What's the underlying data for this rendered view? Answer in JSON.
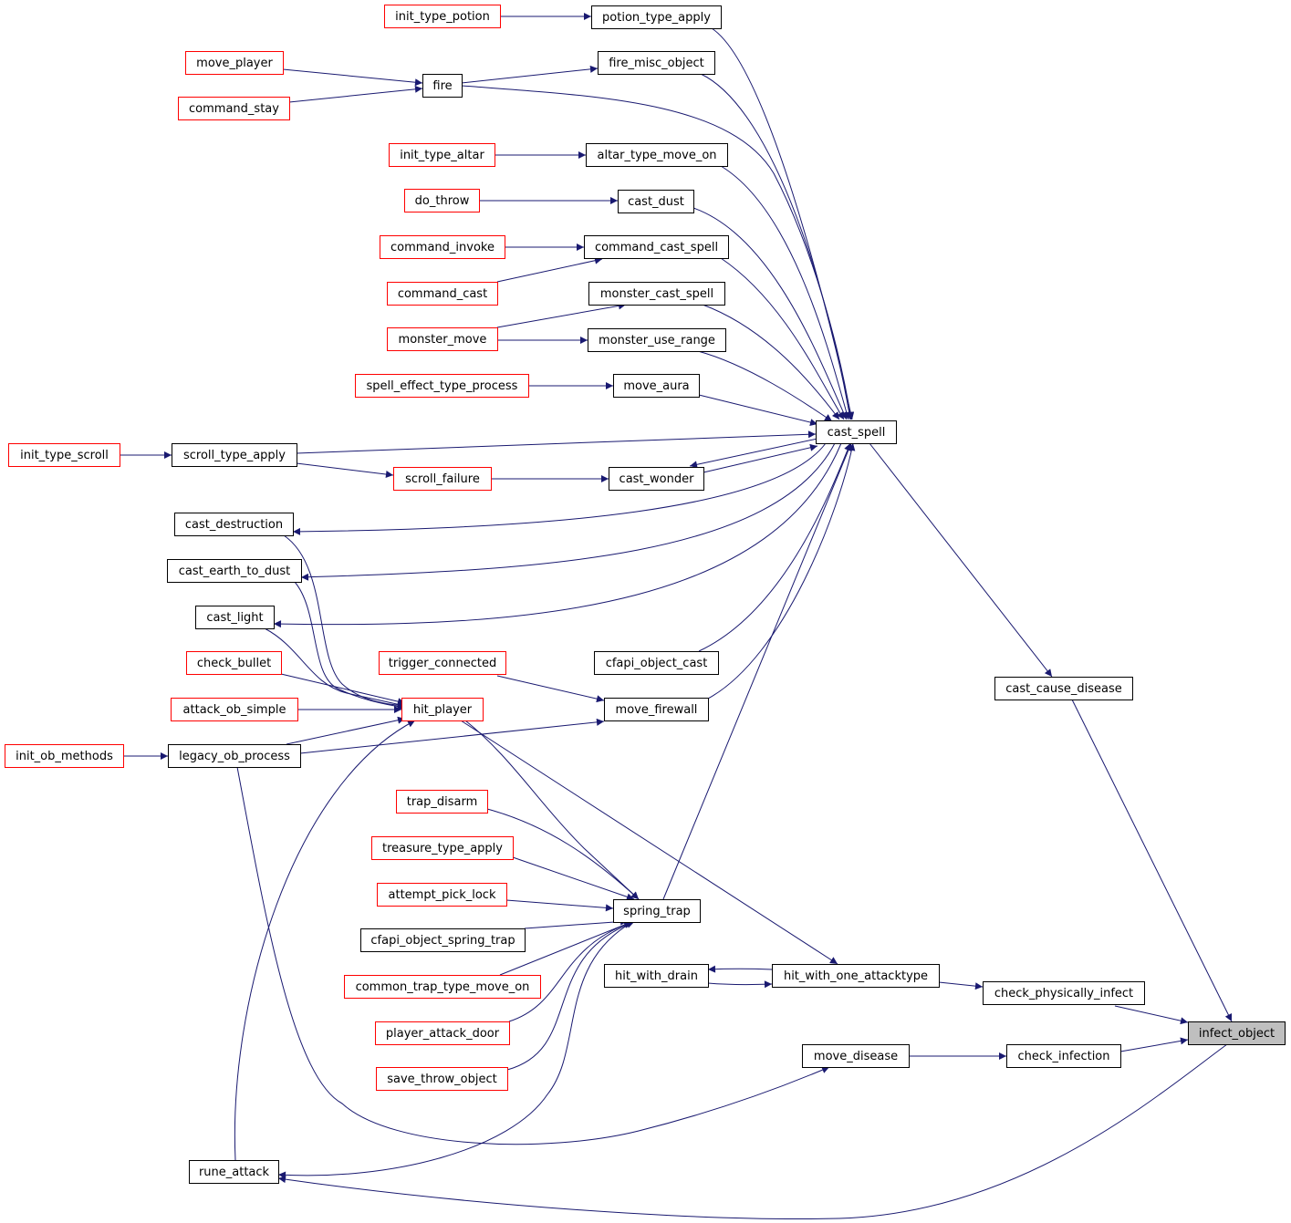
{
  "colors": {
    "edge": "#191970",
    "documented_border": "#000000",
    "undocumented_border": "#ff0000",
    "focus_fill": "#bfbfbf",
    "node_fill": "#ffffff"
  },
  "nodes": [
    {
      "id": "init_type_potion",
      "label": "init_type_potion",
      "style": "red"
    },
    {
      "id": "potion_type_apply",
      "label": "potion_type_apply",
      "style": "black"
    },
    {
      "id": "move_player",
      "label": "move_player",
      "style": "red"
    },
    {
      "id": "command_stay",
      "label": "command_stay",
      "style": "red"
    },
    {
      "id": "fire",
      "label": "fire",
      "style": "black"
    },
    {
      "id": "fire_misc_object",
      "label": "fire_misc_object",
      "style": "black"
    },
    {
      "id": "init_type_altar",
      "label": "init_type_altar",
      "style": "red"
    },
    {
      "id": "altar_type_move_on",
      "label": "altar_type_move_on",
      "style": "black"
    },
    {
      "id": "do_throw",
      "label": "do_throw",
      "style": "red"
    },
    {
      "id": "cast_dust",
      "label": "cast_dust",
      "style": "black"
    },
    {
      "id": "command_invoke",
      "label": "command_invoke",
      "style": "red"
    },
    {
      "id": "command_cast_spell",
      "label": "command_cast_spell",
      "style": "black"
    },
    {
      "id": "command_cast",
      "label": "command_cast",
      "style": "red"
    },
    {
      "id": "monster_cast_spell",
      "label": "monster_cast_spell",
      "style": "black"
    },
    {
      "id": "monster_move",
      "label": "monster_move",
      "style": "red"
    },
    {
      "id": "monster_use_range",
      "label": "monster_use_range",
      "style": "black"
    },
    {
      "id": "spell_effect_type_process",
      "label": "spell_effect_type_process",
      "style": "red"
    },
    {
      "id": "move_aura",
      "label": "move_aura",
      "style": "black"
    },
    {
      "id": "cast_spell",
      "label": "cast_spell",
      "style": "black"
    },
    {
      "id": "init_type_scroll",
      "label": "init_type_scroll",
      "style": "red"
    },
    {
      "id": "scroll_type_apply",
      "label": "scroll_type_apply",
      "style": "black"
    },
    {
      "id": "scroll_failure",
      "label": "scroll_failure",
      "style": "red"
    },
    {
      "id": "cast_wonder",
      "label": "cast_wonder",
      "style": "black"
    },
    {
      "id": "cast_destruction",
      "label": "cast_destruction",
      "style": "black"
    },
    {
      "id": "cast_earth_to_dust",
      "label": "cast_earth_to_dust",
      "style": "black"
    },
    {
      "id": "cast_light",
      "label": "cast_light",
      "style": "black"
    },
    {
      "id": "check_bullet",
      "label": "check_bullet",
      "style": "red"
    },
    {
      "id": "trigger_connected",
      "label": "trigger_connected",
      "style": "red"
    },
    {
      "id": "cfapi_object_cast",
      "label": "cfapi_object_cast",
      "style": "black"
    },
    {
      "id": "attack_ob_simple",
      "label": "attack_ob_simple",
      "style": "red"
    },
    {
      "id": "hit_player",
      "label": "hit_player",
      "style": "red"
    },
    {
      "id": "move_firewall",
      "label": "move_firewall",
      "style": "black"
    },
    {
      "id": "cast_cause_disease",
      "label": "cast_cause_disease",
      "style": "black"
    },
    {
      "id": "init_ob_methods",
      "label": "init_ob_methods",
      "style": "red"
    },
    {
      "id": "legacy_ob_process",
      "label": "legacy_ob_process",
      "style": "black"
    },
    {
      "id": "trap_disarm",
      "label": "trap_disarm",
      "style": "red"
    },
    {
      "id": "treasure_type_apply",
      "label": "treasure_type_apply",
      "style": "red"
    },
    {
      "id": "attempt_pick_lock",
      "label": "attempt_pick_lock",
      "style": "red"
    },
    {
      "id": "spring_trap",
      "label": "spring_trap",
      "style": "black"
    },
    {
      "id": "cfapi_object_spring_trap",
      "label": "cfapi_object_spring_trap",
      "style": "black"
    },
    {
      "id": "common_trap_type_move_on",
      "label": "common_trap_type_move_on",
      "style": "red"
    },
    {
      "id": "hit_with_drain",
      "label": "hit_with_drain",
      "style": "black"
    },
    {
      "id": "hit_with_one_attacktype",
      "label": "hit_with_one_attacktype",
      "style": "black"
    },
    {
      "id": "check_physically_infect",
      "label": "check_physically_infect",
      "style": "black"
    },
    {
      "id": "infect_object",
      "label": "infect_object",
      "style": "focus"
    },
    {
      "id": "player_attack_door",
      "label": "player_attack_door",
      "style": "red"
    },
    {
      "id": "move_disease",
      "label": "move_disease",
      "style": "black"
    },
    {
      "id": "check_infection",
      "label": "check_infection",
      "style": "black"
    },
    {
      "id": "save_throw_object",
      "label": "save_throw_object",
      "style": "red"
    },
    {
      "id": "rune_attack",
      "label": "rune_attack",
      "style": "black"
    }
  ],
  "edges": [
    {
      "from": "init_type_potion",
      "to": "potion_type_apply"
    },
    {
      "from": "potion_type_apply",
      "to": "cast_spell"
    },
    {
      "from": "move_player",
      "to": "fire"
    },
    {
      "from": "command_stay",
      "to": "fire"
    },
    {
      "from": "fire",
      "to": "fire_misc_object"
    },
    {
      "from": "fire",
      "to": "cast_spell"
    },
    {
      "from": "fire_misc_object",
      "to": "cast_spell"
    },
    {
      "from": "init_type_altar",
      "to": "altar_type_move_on"
    },
    {
      "from": "altar_type_move_on",
      "to": "cast_spell"
    },
    {
      "from": "do_throw",
      "to": "cast_dust"
    },
    {
      "from": "cast_dust",
      "to": "cast_spell"
    },
    {
      "from": "command_invoke",
      "to": "command_cast_spell"
    },
    {
      "from": "command_cast",
      "to": "command_cast_spell"
    },
    {
      "from": "command_cast_spell",
      "to": "cast_spell"
    },
    {
      "from": "monster_move",
      "to": "monster_cast_spell"
    },
    {
      "from": "monster_move",
      "to": "monster_use_range"
    },
    {
      "from": "monster_cast_spell",
      "to": "cast_spell"
    },
    {
      "from": "monster_use_range",
      "to": "cast_spell"
    },
    {
      "from": "spell_effect_type_process",
      "to": "move_aura"
    },
    {
      "from": "move_aura",
      "to": "cast_spell"
    },
    {
      "from": "init_type_scroll",
      "to": "scroll_type_apply"
    },
    {
      "from": "scroll_type_apply",
      "to": "cast_spell"
    },
    {
      "from": "scroll_type_apply",
      "to": "scroll_failure"
    },
    {
      "from": "scroll_failure",
      "to": "cast_wonder"
    },
    {
      "from": "cast_wonder",
      "to": "cast_spell"
    },
    {
      "from": "cast_spell",
      "to": "cast_wonder"
    },
    {
      "from": "cast_spell",
      "to": "cast_destruction"
    },
    {
      "from": "cast_spell",
      "to": "cast_earth_to_dust"
    },
    {
      "from": "cast_spell",
      "to": "cast_light"
    },
    {
      "from": "cast_spell",
      "to": "cast_cause_disease"
    },
    {
      "from": "cfapi_object_cast",
      "to": "cast_spell"
    },
    {
      "from": "move_firewall",
      "to": "cast_spell"
    },
    {
      "from": "spring_trap",
      "to": "cast_spell"
    },
    {
      "from": "cast_destruction",
      "to": "hit_player"
    },
    {
      "from": "cast_earth_to_dust",
      "to": "hit_player"
    },
    {
      "from": "cast_light",
      "to": "hit_player"
    },
    {
      "from": "check_bullet",
      "to": "hit_player"
    },
    {
      "from": "attack_ob_simple",
      "to": "hit_player"
    },
    {
      "from": "legacy_ob_process",
      "to": "hit_player"
    },
    {
      "from": "rune_attack",
      "to": "hit_player"
    },
    {
      "from": "trigger_connected",
      "to": "move_firewall"
    },
    {
      "from": "legacy_ob_process",
      "to": "move_firewall"
    },
    {
      "from": "init_ob_methods",
      "to": "legacy_ob_process"
    },
    {
      "from": "legacy_ob_process",
      "to": "move_disease"
    },
    {
      "from": "hit_player",
      "to": "spring_trap"
    },
    {
      "from": "hit_player",
      "to": "hit_with_one_attacktype"
    },
    {
      "from": "trap_disarm",
      "to": "spring_trap"
    },
    {
      "from": "treasure_type_apply",
      "to": "spring_trap"
    },
    {
      "from": "attempt_pick_lock",
      "to": "spring_trap"
    },
    {
      "from": "cfapi_object_spring_trap",
      "to": "spring_trap"
    },
    {
      "from": "common_trap_type_move_on",
      "to": "spring_trap"
    },
    {
      "from": "player_attack_door",
      "to": "spring_trap"
    },
    {
      "from": "save_throw_object",
      "to": "spring_trap"
    },
    {
      "from": "spring_trap",
      "to": "rune_attack"
    },
    {
      "from": "hit_with_one_attacktype",
      "to": "hit_with_drain"
    },
    {
      "from": "hit_with_drain",
      "to": "hit_with_one_attacktype"
    },
    {
      "from": "hit_with_one_attacktype",
      "to": "check_physically_infect"
    },
    {
      "from": "check_physically_infect",
      "to": "infect_object"
    },
    {
      "from": "move_disease",
      "to": "check_infection"
    },
    {
      "from": "check_infection",
      "to": "infect_object"
    },
    {
      "from": "cast_cause_disease",
      "to": "infect_object"
    },
    {
      "from": "infect_object",
      "to": "rune_attack"
    }
  ]
}
